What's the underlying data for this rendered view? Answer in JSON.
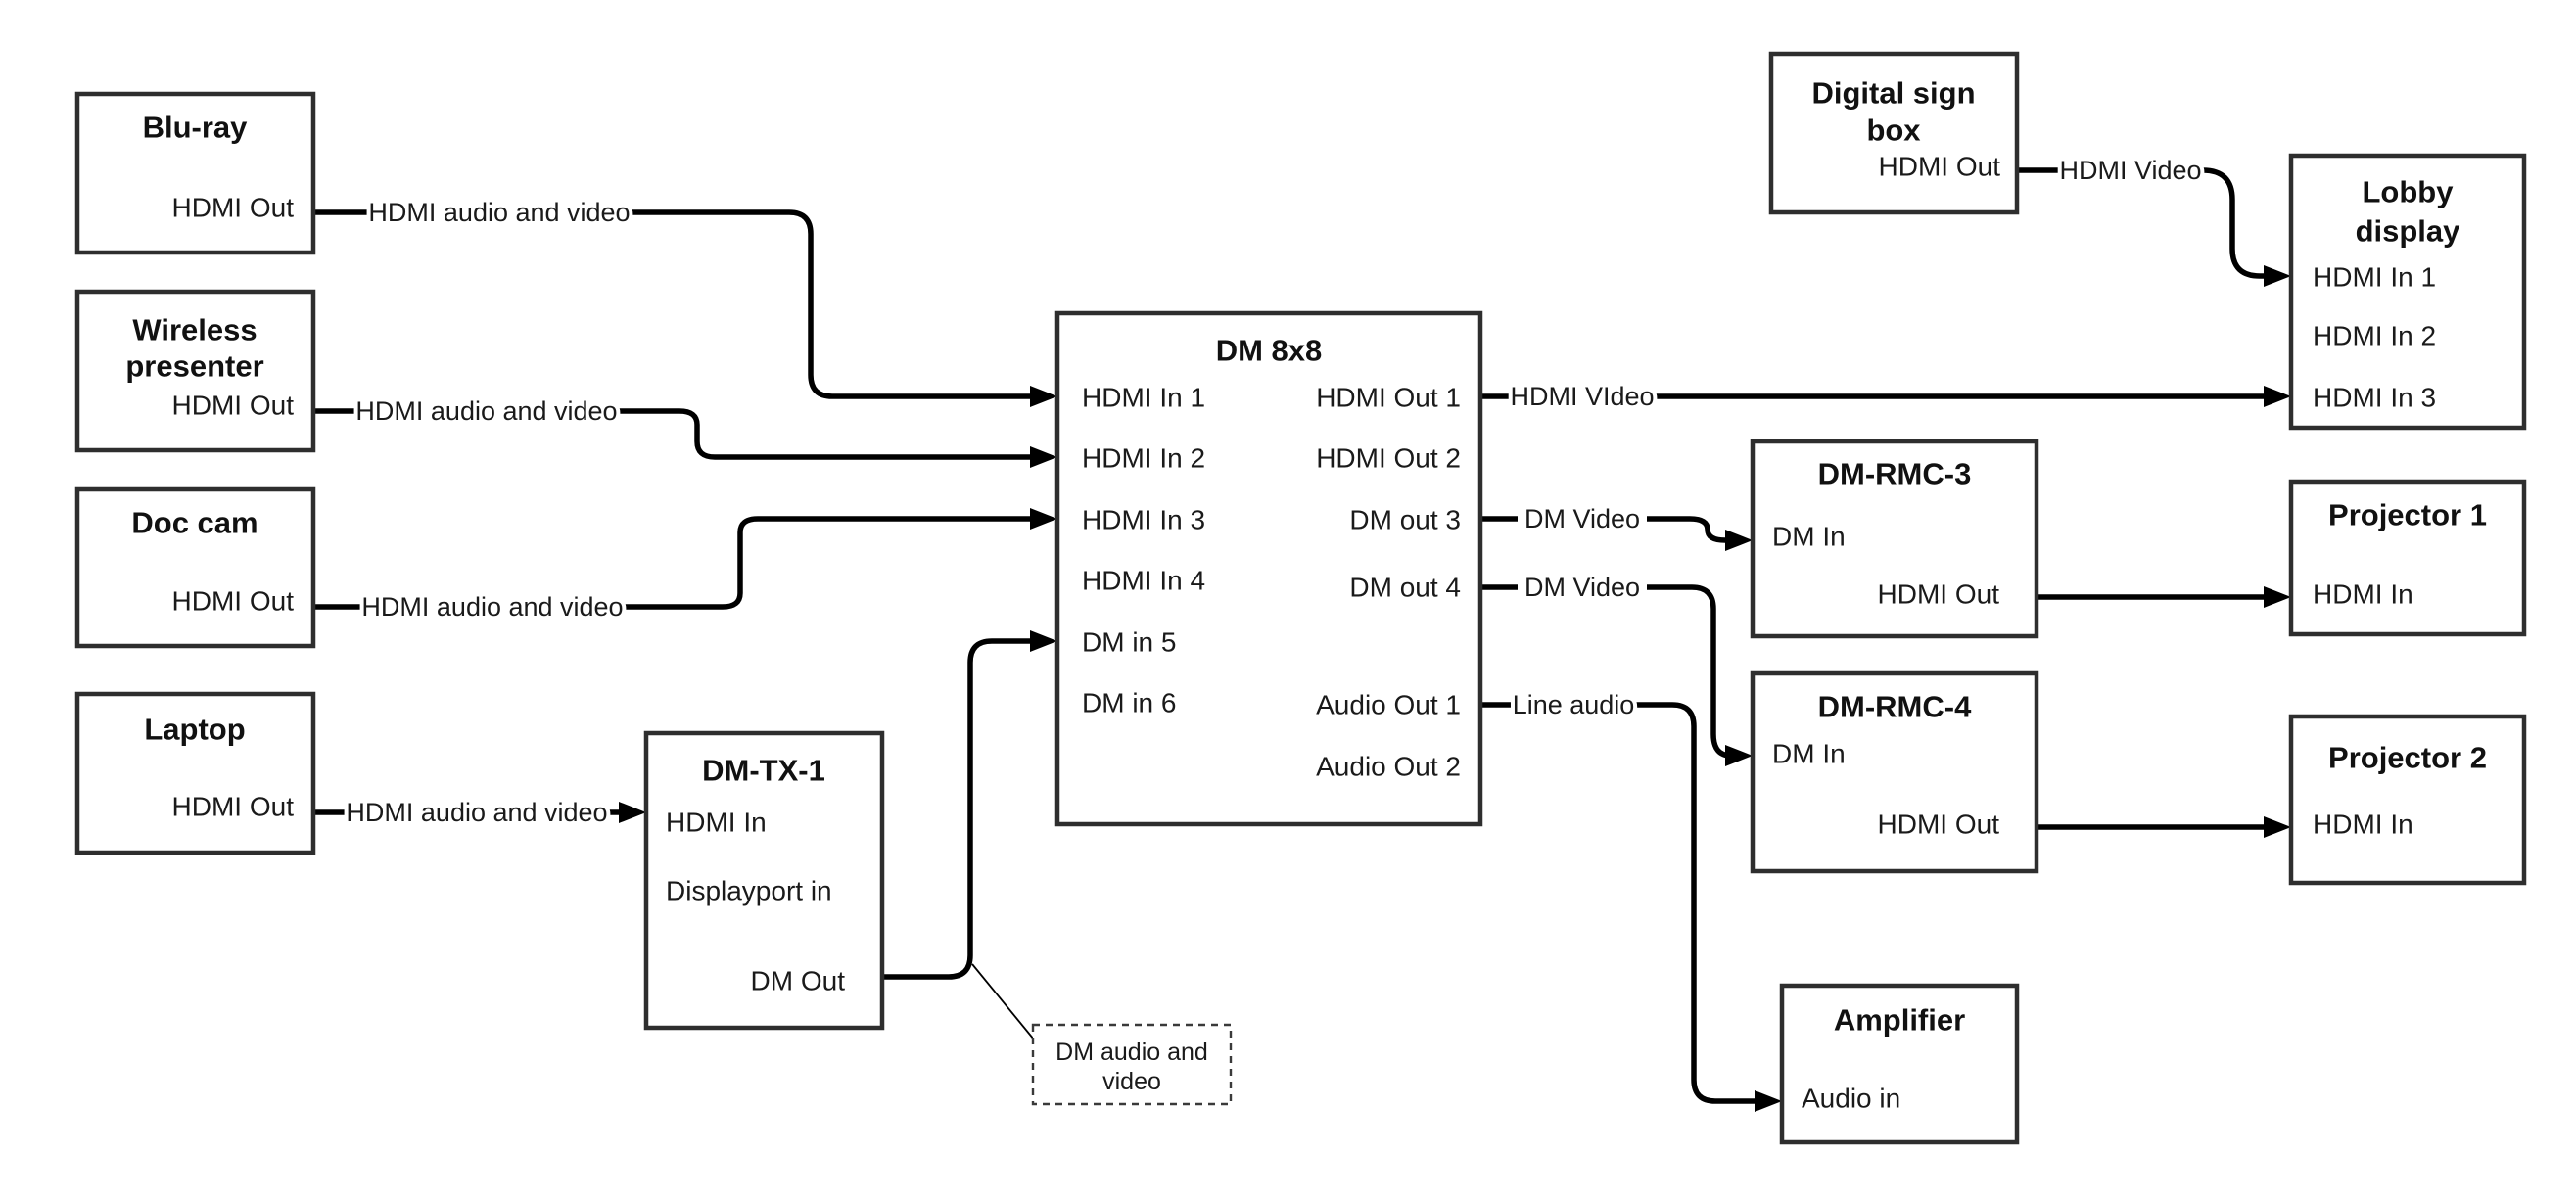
{
  "colors": {
    "background": "#ffffff",
    "wire": "#000000",
    "box_border": "#2e2e2e",
    "text": "#1a1a1a"
  },
  "nodes": {
    "bluray": {
      "title": "Blu-ray",
      "port_hdmi_out": "HDMI Out"
    },
    "wireless": {
      "title_line1": "Wireless",
      "title_line2": "presenter",
      "port_hdmi_out": "HDMI Out"
    },
    "doccam": {
      "title": "Doc cam",
      "port_hdmi_out": "HDMI Out"
    },
    "laptop": {
      "title": "Laptop",
      "port_hdmi_out": "HDMI Out"
    },
    "dmtx1": {
      "title": "DM-TX-1",
      "port_hdmi_in": "HDMI In",
      "port_displayport_in": "Displayport in",
      "port_dm_out": "DM Out"
    },
    "dm8x8": {
      "title": "DM 8x8",
      "in1": "HDMI In 1",
      "in2": "HDMI In 2",
      "in3": "HDMI In 3",
      "in4": "HDMI In 4",
      "in5": "DM in 5",
      "in6": "DM in 6",
      "out1": "HDMI Out 1",
      "out2": "HDMI Out 2",
      "out3": "DM out 3",
      "out4": "DM out 4",
      "aout1": "Audio Out 1",
      "aout2": "Audio Out 2"
    },
    "digitalsign": {
      "title_line1": "Digital sign",
      "title_line2": "box",
      "port_hdmi_out": "HDMI Out"
    },
    "lobby": {
      "title_line1": "Lobby",
      "title_line2": "display",
      "in1": "HDMI In 1",
      "in2": "HDMI In 2",
      "in3": "HDMI In 3"
    },
    "dmrmc3": {
      "title": "DM-RMC-3",
      "port_dm_in": "DM In",
      "port_hdmi_out": "HDMI Out"
    },
    "proj1": {
      "title": "Projector 1",
      "port_hdmi_in": "HDMI In"
    },
    "dmrmc4": {
      "title": "DM-RMC-4",
      "port_dm_in": "DM In",
      "port_hdmi_out": "HDMI Out"
    },
    "proj2": {
      "title": "Projector 2",
      "port_hdmi_in": "HDMI In"
    },
    "amplifier": {
      "title": "Amplifier",
      "port_audio_in": "Audio in"
    }
  },
  "edge_labels": {
    "bluray_line": "HDMI audio and video",
    "wireless_line": "HDMI audio and video",
    "doccam_line": "HDMI audio and video",
    "laptop_line": "HDMI audio and video",
    "out1_line": "HDMI VIdeo",
    "out3_line": "DM Video",
    "out4_line": "DM Video",
    "audio1_line": "Line audio",
    "digitalsign_line": "HDMI Video"
  },
  "annotation": {
    "line1": "DM audio and",
    "line2": "video"
  }
}
